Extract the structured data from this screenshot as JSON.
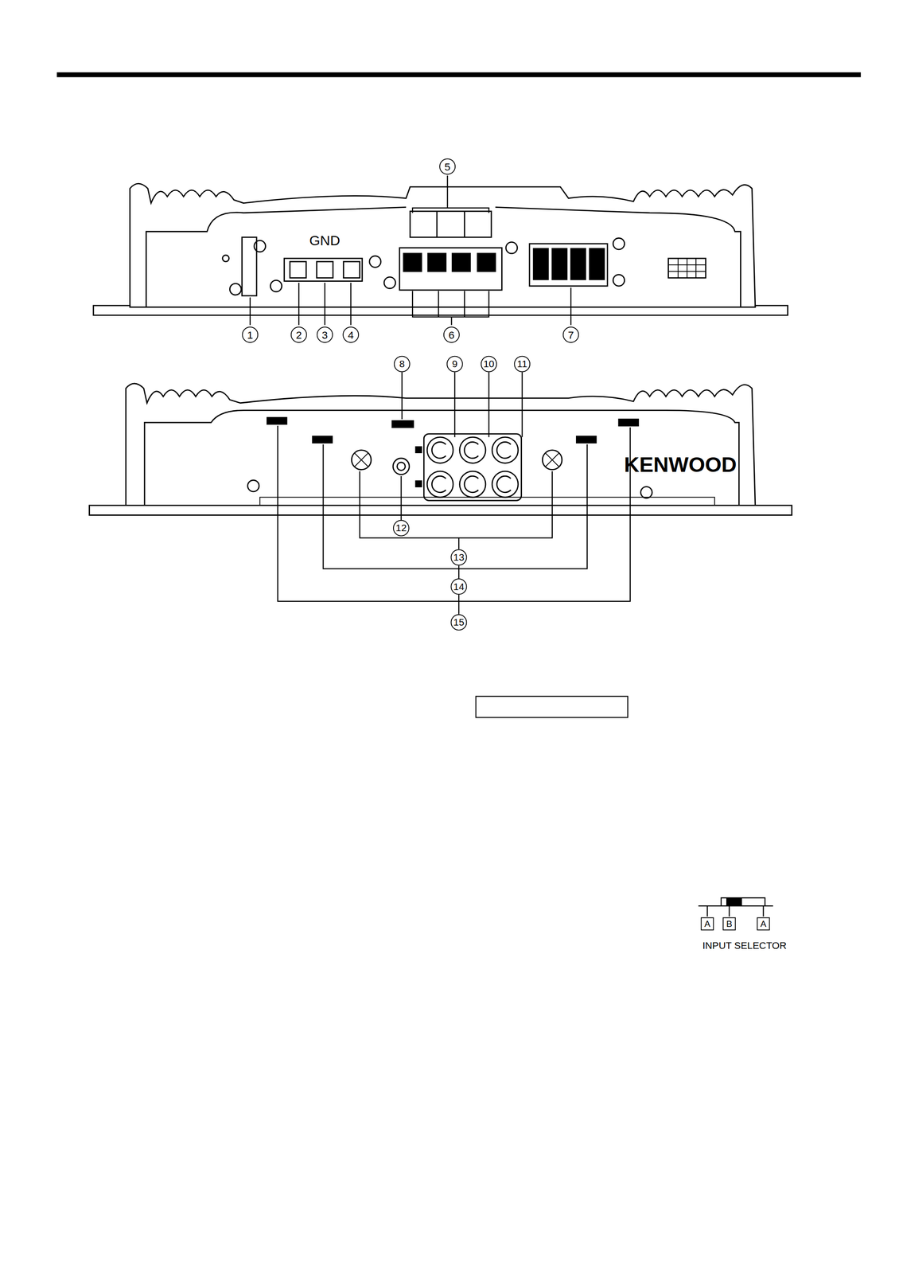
{
  "diagram": {
    "nodes": [
      {
        "text": [
          "5"
        ]
      },
      {
        "text": [
          "1"
        ]
      },
      {
        "text": [
          "2"
        ]
      },
      {
        "text": [
          "3"
        ]
      },
      {
        "text": [
          "4"
        ]
      },
      {
        "text": [
          "6"
        ]
      },
      {
        "text": [
          "7"
        ]
      },
      {
        "text": [
          "8"
        ]
      },
      {
        "text": [
          "9"
        ]
      },
      {
        "text": [
          "10"
        ]
      },
      {
        "text": [
          "11"
        ]
      },
      {
        "text": [
          "12"
        ]
      },
      {
        "text": [
          "13"
        ]
      },
      {
        "text": [
          "14"
        ]
      },
      {
        "text": [
          "15"
        ]
      },
      {
        "text": [
          "A"
        ]
      },
      {
        "text": [
          "B"
        ]
      },
      {
        "text": [
          "A"
        ]
      }
    ],
    "labels": [
      "GND",
      "KENWOOD",
      "INPUT SELECTOR"
    ]
  }
}
